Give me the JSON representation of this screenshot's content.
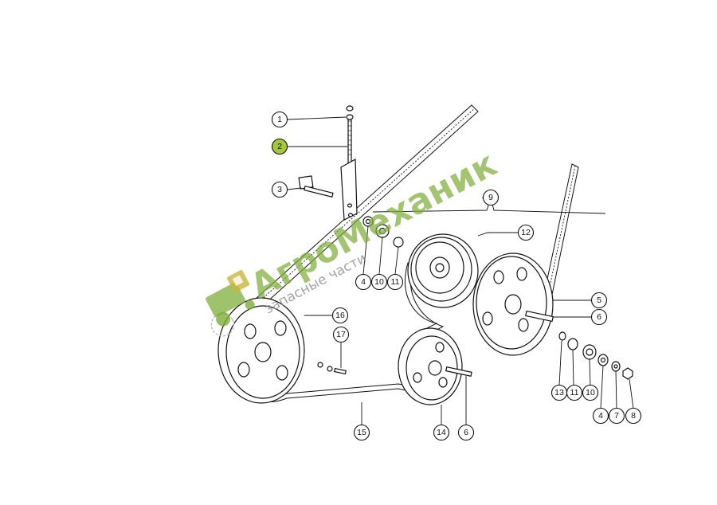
{
  "diagram": {
    "callouts": [
      {
        "id": "c1",
        "label": "1"
      },
      {
        "id": "c2",
        "label": "2",
        "active": true
      },
      {
        "id": "c3",
        "label": "3"
      },
      {
        "id": "c4a",
        "label": "4"
      },
      {
        "id": "c10a",
        "label": "10"
      },
      {
        "id": "c11a",
        "label": "11"
      },
      {
        "id": "c9",
        "label": "9"
      },
      {
        "id": "c12",
        "label": "12"
      },
      {
        "id": "c5",
        "label": "5"
      },
      {
        "id": "c6a",
        "label": "6"
      },
      {
        "id": "c16",
        "label": "16"
      },
      {
        "id": "c17",
        "label": "17"
      },
      {
        "id": "c13",
        "label": "13"
      },
      {
        "id": "c11b",
        "label": "11"
      },
      {
        "id": "c10b",
        "label": "10"
      },
      {
        "id": "c4b",
        "label": "4"
      },
      {
        "id": "c7",
        "label": "7"
      },
      {
        "id": "c8",
        "label": "8"
      },
      {
        "id": "c15",
        "label": "15"
      },
      {
        "id": "c14",
        "label": "14"
      },
      {
        "id": "c6b",
        "label": "6"
      }
    ],
    "colors": {
      "active_callout": "#a5c83a",
      "watermark_green": "#7fae3b",
      "watermark_gray": "#8c8c8c"
    }
  },
  "watermark": {
    "title": "АгроМеханик",
    "subtitle": "запасные части",
    "icon": "tractor-icon"
  }
}
